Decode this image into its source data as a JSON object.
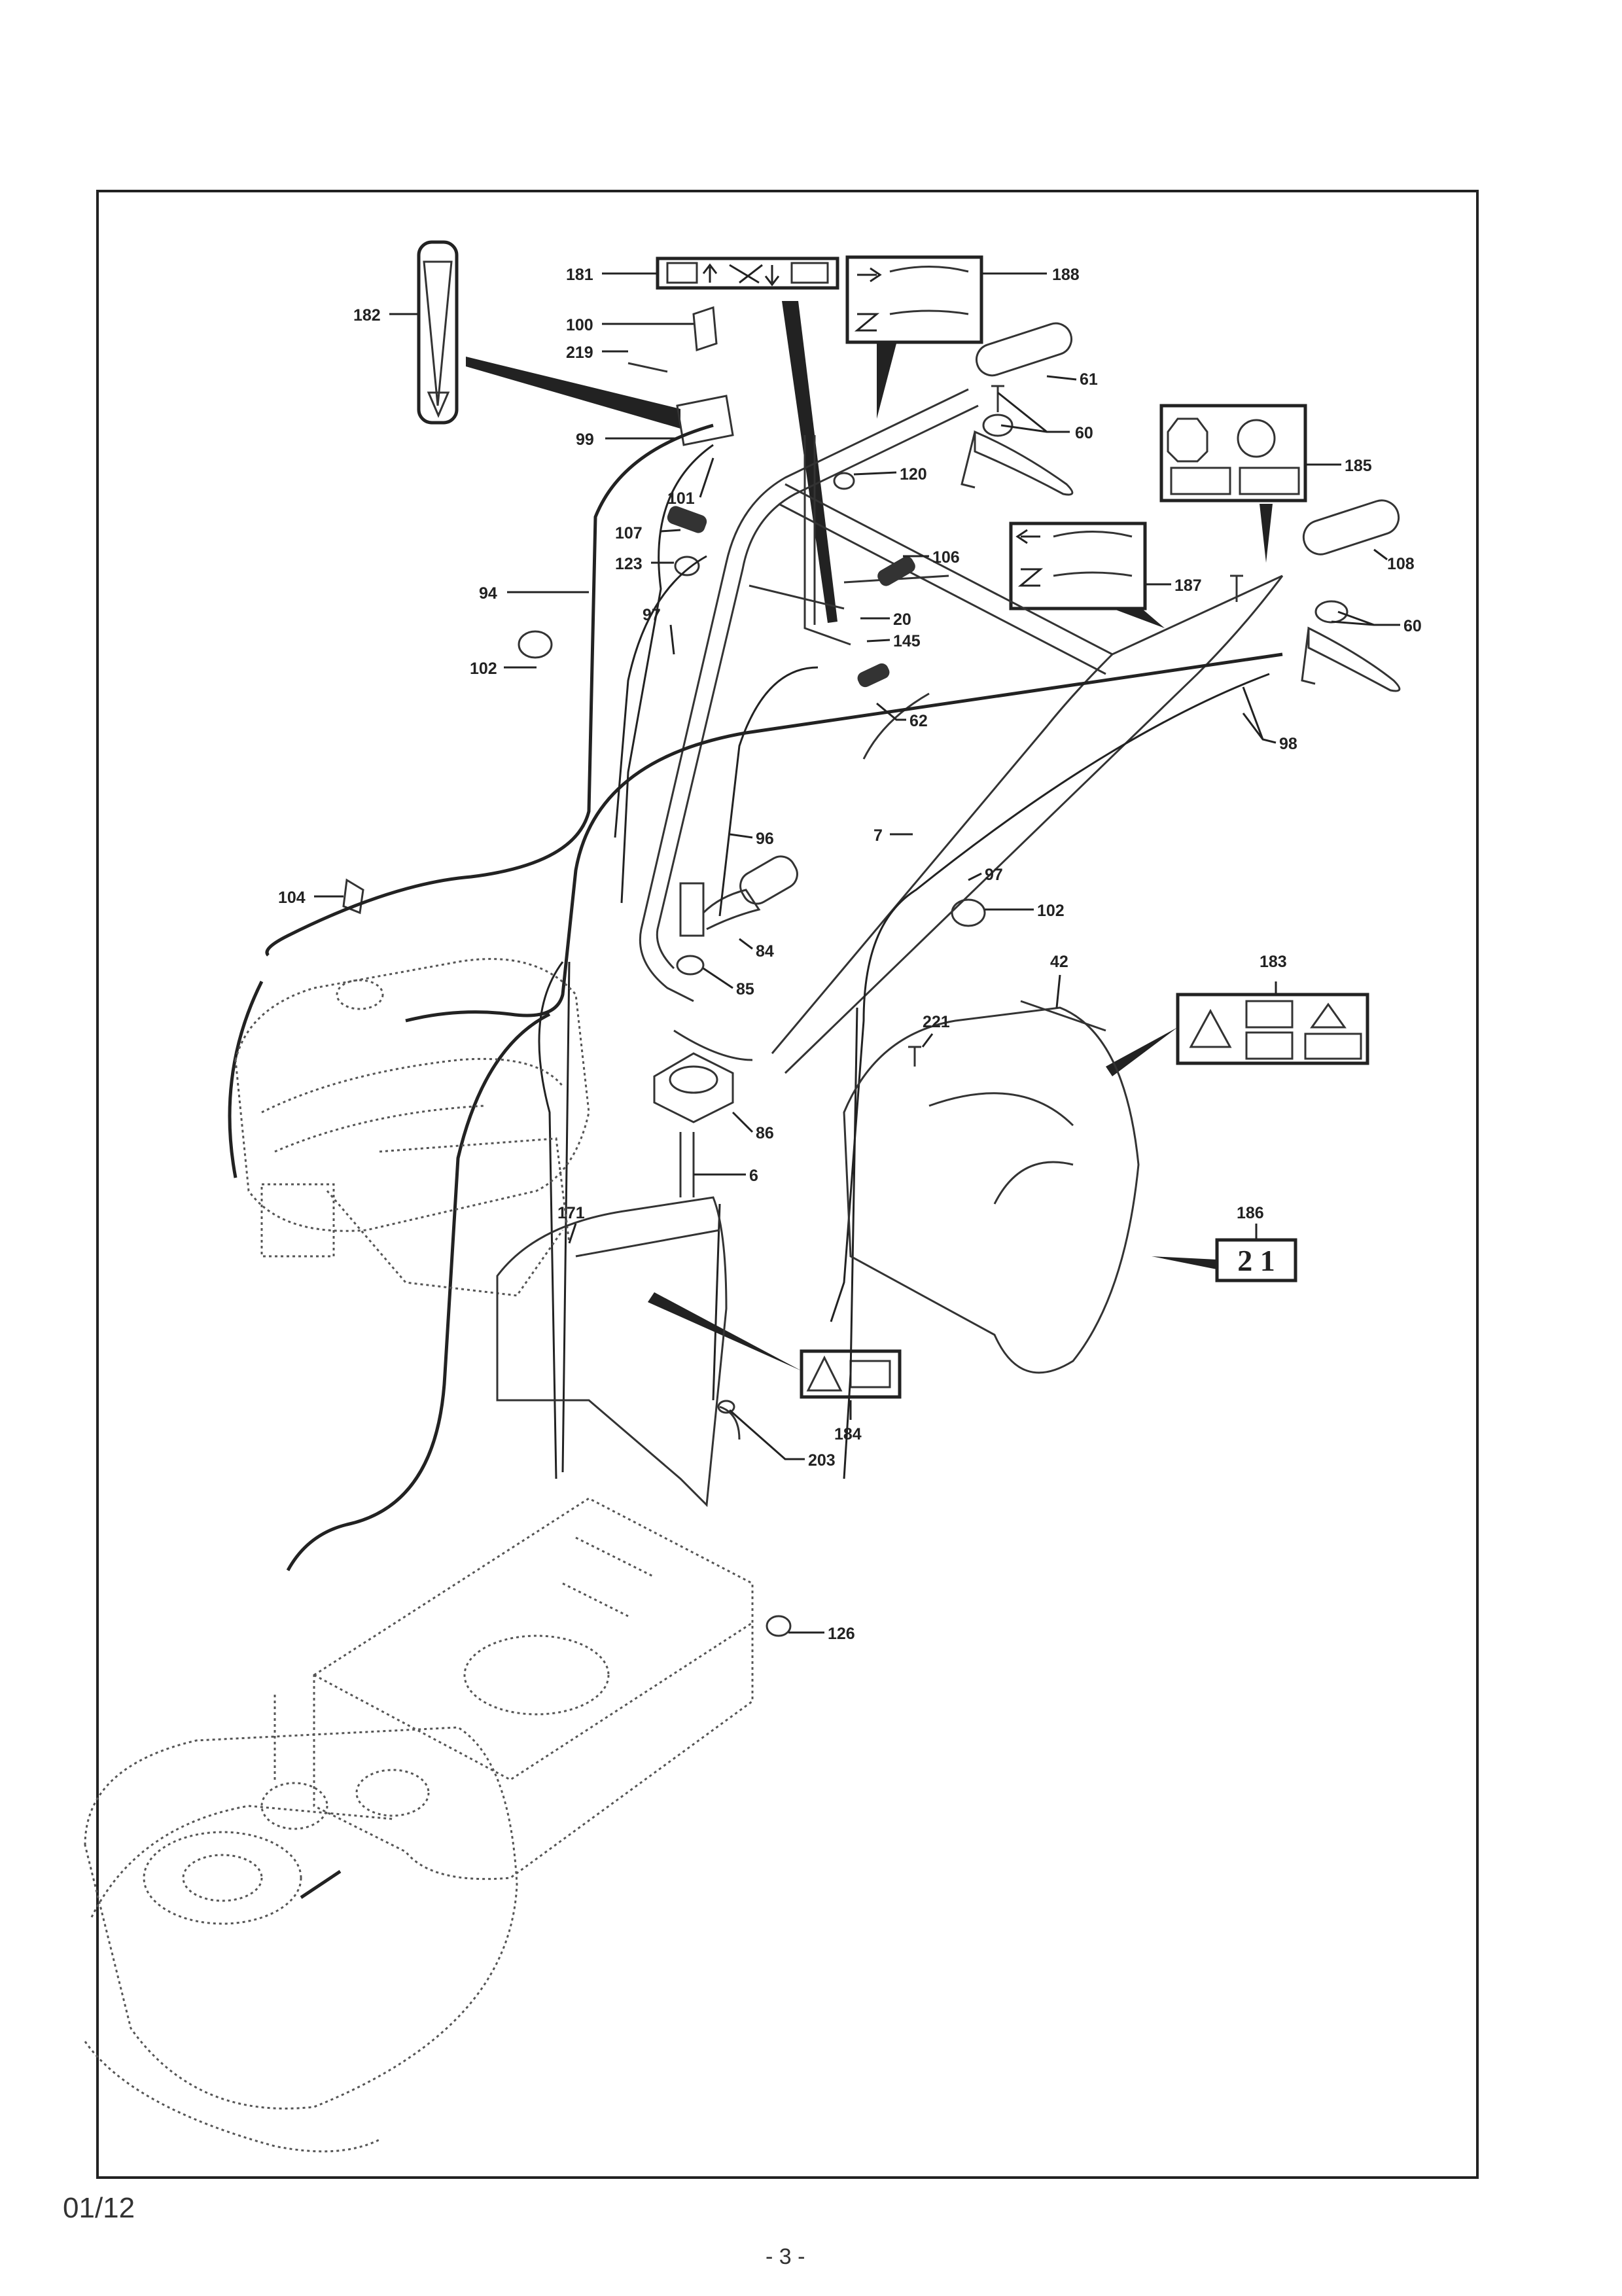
{
  "page": {
    "footer_date": "01/12",
    "page_number": "- 3 -"
  },
  "callouts": [
    "181",
    "188",
    "182",
    "100",
    "219",
    "61",
    "60",
    "99",
    "101",
    "120",
    "185",
    "107",
    "106",
    "123",
    "108",
    "187",
    "94",
    "97",
    "20",
    "145",
    "60",
    "102",
    "62",
    "98",
    "96",
    "7",
    "97",
    "104",
    "102",
    "84",
    "42",
    "183",
    "85",
    "221",
    "86",
    "6",
    "186",
    "171",
    "184",
    "203",
    "126"
  ],
  "decals": {
    "decal_186_text": "2 1"
  }
}
